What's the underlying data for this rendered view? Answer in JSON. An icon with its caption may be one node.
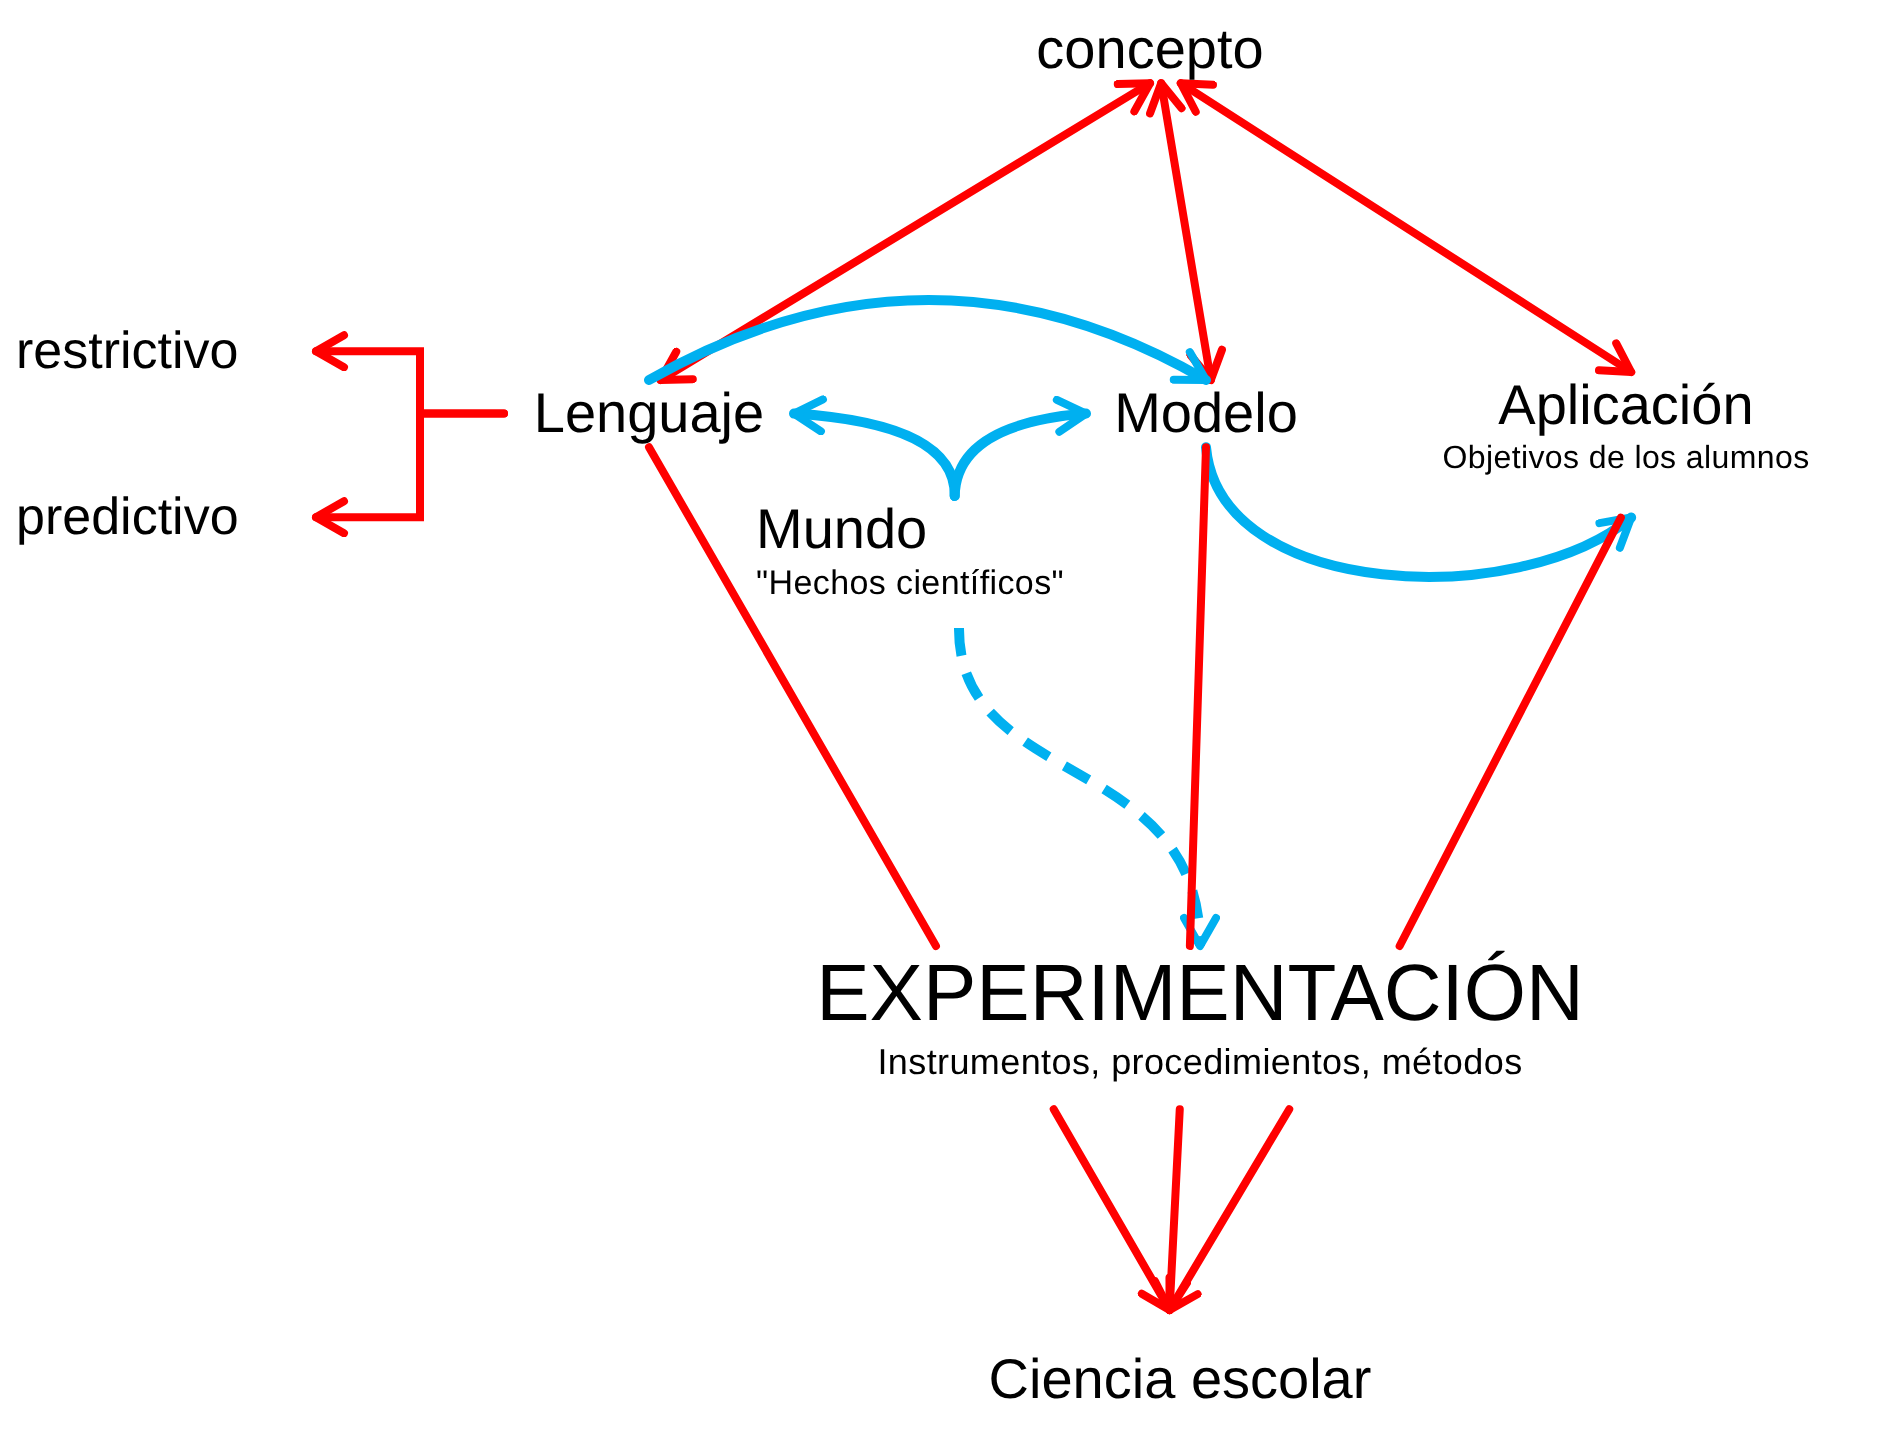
{
  "diagram": {
    "nodes": [
      {
        "text": [
          "concepto"
        ]
      },
      {
        "text": [
          "restrictivo"
        ]
      },
      {
        "text": [
          "predictivo"
        ]
      },
      {
        "text": [
          "Lenguaje"
        ]
      },
      {
        "text": [
          "Modelo"
        ]
      },
      {
        "text": [
          "Aplicación",
          "Objetivos de los alumnos"
        ]
      },
      {
        "text": [
          "Mundo",
          "\"Hechos científicos\""
        ]
      },
      {
        "text": [
          "EXPERIMENTACIÓN",
          "Instrumentos, procedimientos, métodos"
        ]
      },
      {
        "text": [
          "Ciencia escolar"
        ]
      }
    ],
    "edges": [
      {
        "from": 0,
        "to": 3,
        "arrow": "both"
      },
      {
        "from": 0,
        "to": 4,
        "arrow": "both"
      },
      {
        "from": 0,
        "to": 5,
        "arrow": "both"
      },
      {
        "from": 3,
        "to": 1,
        "arrow": "to"
      },
      {
        "from": 3,
        "to": 2,
        "arrow": "to"
      },
      {
        "from": 3,
        "to": 4,
        "arrow": "to",
        "color": "#00b0f0"
      },
      {
        "from": 6,
        "to": 3,
        "arrow": "to",
        "color": "#00b0f0"
      },
      {
        "from": 6,
        "to": 4,
        "arrow": "to",
        "color": "#00b0f0"
      },
      {
        "from": 4,
        "to": 5,
        "arrow": "to",
        "color": "#00b0f0"
      },
      {
        "from": 6,
        "to": 7,
        "arrow": "to",
        "style": "dashed",
        "color": "#00b0f0"
      },
      {
        "from": 3,
        "to": 7,
        "arrow": "none"
      },
      {
        "from": 4,
        "to": 7,
        "arrow": "none"
      },
      {
        "from": 5,
        "to": 7,
        "arrow": "none"
      },
      {
        "from": 7,
        "to": 8,
        "arrow": "to"
      },
      {
        "from": 7,
        "to": 8,
        "arrow": "to"
      },
      {
        "from": 7,
        "to": 8,
        "arrow": "to"
      }
    ]
  }
}
